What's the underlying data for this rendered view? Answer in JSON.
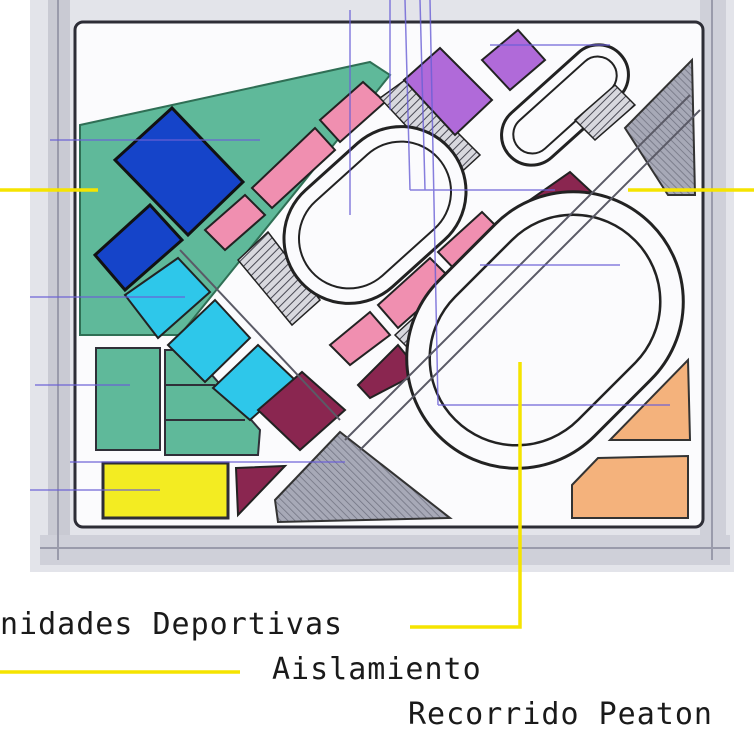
{
  "labels": {
    "sports_units": "nidades Deportivas",
    "isolation": "Aislamiento",
    "pedestrian_route": "Recorrido Peaton"
  },
  "colors": {
    "leader_line": "#f5e400",
    "green_area": "#5fb99a",
    "dark_blue_court": "#1544c9",
    "cyan_court": "#2ec7ea",
    "pink_block": "#f08fb0",
    "purple_block": "#b06ad9",
    "maroon_block": "#8a2650",
    "yellow_area": "#f3ec22",
    "orange_area": "#f4b27c",
    "gray_area": "#8c8e9c",
    "track_bg": "#ffffff",
    "paper": "#f7f7fa"
  }
}
